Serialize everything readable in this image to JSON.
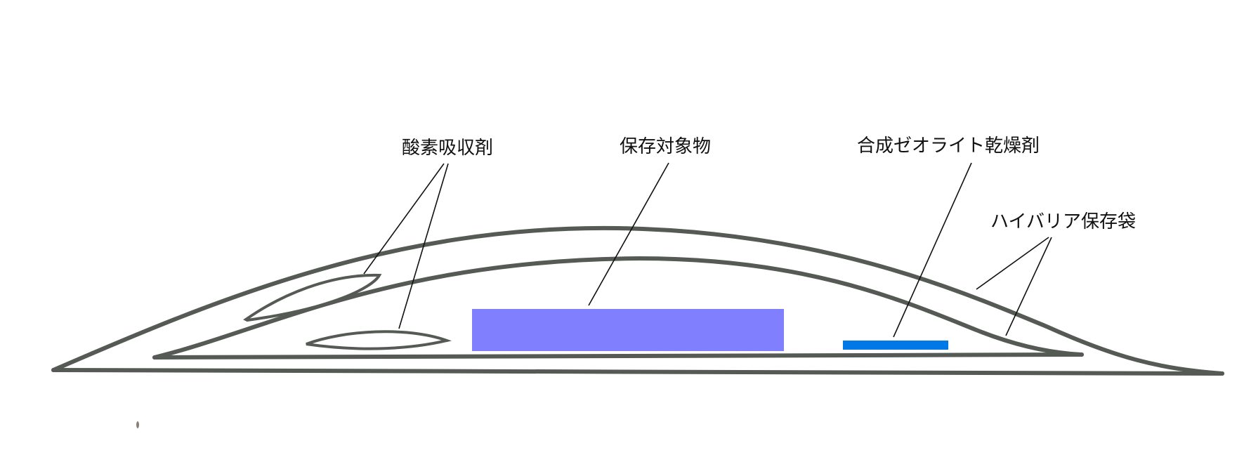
{
  "labels": {
    "oxygen_absorber": "酸素吸収剤",
    "stored_object": "保存対象物",
    "zeolite_desiccant": "合成ゼオライト乾燥剤",
    "barrier_bag": "ハイバリア保存袋"
  },
  "colors": {
    "outline": "#555a55",
    "stored_object": "#8080ff",
    "desiccant": "#0078e6",
    "leader": "#111111",
    "background": "#ffffff"
  }
}
